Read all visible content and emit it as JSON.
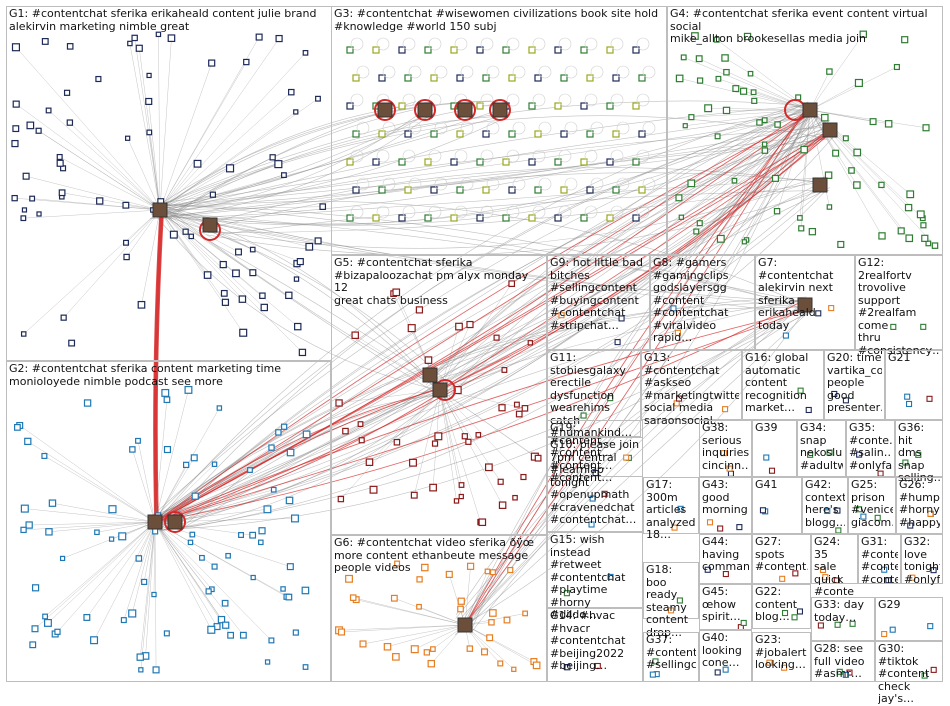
{
  "colors": {
    "edge": "#8c8c8c",
    "edge_highlight": "#d62828",
    "box_border": "#bdbdbd",
    "node_dark": "#1d2a57",
    "node_red": "#8b1a1a",
    "node_blue": "#1f78b4",
    "node_green": "#2e7d32",
    "node_orange": "#e67e22",
    "node_olive": "#9aa81d"
  },
  "groups": [
    {
      "id": "G1",
      "label": "G1: #contentchat sferika erikaheald content julie brand\nalekirvin marketing nimble great"
    },
    {
      "id": "G3",
      "label": "G3: #contentchat #wisewomen civilizations book site hold\n#knowledge #world 150 subj"
    },
    {
      "id": "G4",
      "label": "G4: #contentchat sferika event content virtual social\nmike_allton brookesellas media join"
    },
    {
      "id": "G5",
      "label": "G5: #contentchat sferika\n#bizapaloozachat pm alyx monday 12\ngreat chats business"
    },
    {
      "id": "G9",
      "label": "G9: hot little bad\nbitches\n#sellingcontent\n#buyingcontent\n#contentchat\n#stripchat…"
    },
    {
      "id": "G8",
      "label": "G8: #gamers\n#gamingclips\ngodslayersgg\n#content\n#contentchat\n#viralvideo rapid…"
    },
    {
      "id": "G7",
      "label": "G7: #contentchat\nalekirvin next\nsferika erikaheald\ntoday"
    },
    {
      "id": "G12",
      "label": "G12: 2realfortv\ntrovolive\nsupport\n#2realfam come\nthru\n#consistency…"
    },
    {
      "id": "G2",
      "label": "G2: #contentchat sferika content marketing time\nmonioloyede nimble podcast see more"
    },
    {
      "id": "G11",
      "label": "G11:\nstobiesgalaxy\nerectile\ndysfunction\nwearehims catch\n#humankind…"
    },
    {
      "id": "G13",
      "label": "G13: #contentchat\n#askseo\n#marketingtwitter\nsocial media\nsaraonsocial…"
    },
    {
      "id": "G16",
      "label": "G16: global\nautomatic\ncontent\nrecognition\nmarket…"
    },
    {
      "id": "G20",
      "label": "G20: time\nvartika_co\npeople\ngood\npresenter…"
    },
    {
      "id": "G21",
      "label": "G21"
    },
    {
      "id": "G19",
      "label": "G19:\n#content…\n#content…\n#content…\n#content…"
    },
    {
      "id": "G38",
      "label": "G38:\nserious\ninquiries\ncincinn…"
    },
    {
      "id": "G39",
      "label": "G39"
    },
    {
      "id": "G34",
      "label": "G34:\nsnap\nnekoslu…\n#adultw…"
    },
    {
      "id": "G35",
      "label": "G35:\n#conte…\n#salin…\n#onlyfa…"
    },
    {
      "id": "G36",
      "label": "G36: hit\ndms\nsnap\nselling…"
    },
    {
      "id": "G10",
      "label": "G10: please join\n7pm central\n#learnlap tonight\n#openupmath\n#cravenedchat\n#contentchat…"
    },
    {
      "id": "G43",
      "label": "G43:\ngood\nmorning…"
    },
    {
      "id": "G41",
      "label": "G41"
    },
    {
      "id": "G42",
      "label": "G42:\ncontext\nhere's\nblogg…"
    },
    {
      "id": "G25",
      "label": "G25:\nprison\n#venice\ngiacom…"
    },
    {
      "id": "G26",
      "label": "G26:\n#hump…\n#horny\n#happy…"
    },
    {
      "id": "G17",
      "label": "G17:\n300m\narticles\nanalyzed\n18…"
    },
    {
      "id": "G44",
      "label": "G44:\nhaving\ncomman…"
    },
    {
      "id": "G27",
      "label": "G27:\nspots\n#content…"
    },
    {
      "id": "G24",
      "label": "G24: 35\nsale\nquick\n#conte…"
    },
    {
      "id": "G31",
      "label": "G31:\n#conte…\n#conte…\n#conte…"
    },
    {
      "id": "G32",
      "label": "G32:\nlove\ntonight\n#onlyf…"
    },
    {
      "id": "G15",
      "label": "G15: wish\ninstead #retweet\n#contentchat\n#playtime #horny\n#dildo…"
    },
    {
      "id": "G18",
      "label": "G18: boo\nready\nsteamy\ncontent\ndrop…"
    },
    {
      "id": "G45",
      "label": "G45:\nœhow\nspirit…"
    },
    {
      "id": "G22",
      "label": "G22:\ncontent\nblog…"
    },
    {
      "id": "G33",
      "label": "G33: day\ntoday…"
    },
    {
      "id": "G29",
      "label": "G29"
    },
    {
      "id": "G6",
      "label": "G6: #contentchat video sferika ðÿœ\nmore content ethanbeute message\npeople videos"
    },
    {
      "id": "G14",
      "label": "G14: #hvac\n#hvacr\n#contentchat\n#beijing2022\n#beijing…"
    },
    {
      "id": "G37",
      "label": "G37:\n#content…\n#sellingc…"
    },
    {
      "id": "G40",
      "label": "G40:\nlooking\ncone…"
    },
    {
      "id": "G23",
      "label": "G23:\n#jobalert\nlooking…"
    },
    {
      "id": "G28",
      "label": "G28: see\nfull video\n#asmr…"
    },
    {
      "id": "G30",
      "label": "G30: #tiktok\n#content\ncheck jay's…"
    }
  ]
}
